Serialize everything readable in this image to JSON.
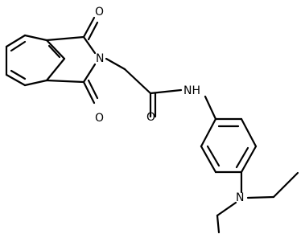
{
  "molecule": {
    "atoms": {
      "o_top": "O",
      "o_bottom": "O",
      "n_imide": "N",
      "o_amide": "O",
      "nh": "NH",
      "n_amine": "N"
    }
  }
}
